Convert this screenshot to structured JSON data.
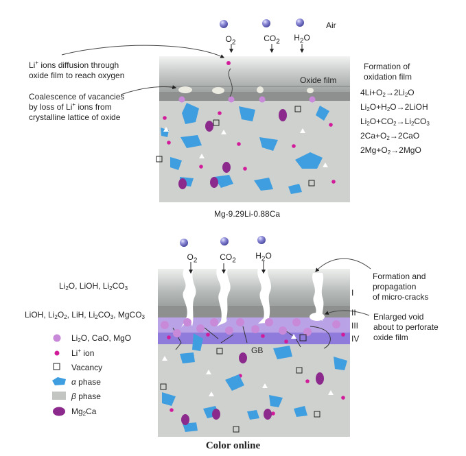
{
  "top_panel": {
    "air_label": "Air",
    "gases": [
      {
        "html": "O<sub>2</sub>"
      },
      {
        "html": "CO<sub>2</sub>"
      },
      {
        "html": "H<sub>2</sub>O"
      }
    ],
    "oxide_film_label": "Oxide film",
    "annotation_diffusion": "Li<sup>+</sup> ions diffusion through<br>oxide film to reach oxygen",
    "annotation_vacancies": "Coalescence of vacancies<br>by loss of Li<sup>+</sup> ions from<br>crystalline lattice of oxide",
    "formation_title": "Formation of<br>oxidation film",
    "reactions": [
      "4Li+O<sub>2</sub>→2Li<sub>2</sub>O",
      "Li<sub>2</sub>O+H<sub>2</sub>O→2LiOH",
      "Li<sub>2</sub>O+CO<sub>2</sub>→Li<sub>2</sub>CO<sub>3</sub>",
      "2Ca+O<sub>2</sub>→2CaO",
      "2Mg+O<sub>2</sub>→2MgO"
    ],
    "alloy_label": "Mg-9.29Li-0.88Ca"
  },
  "bottom_panel": {
    "gases": [
      {
        "html": "O<sub>2</sub>"
      },
      {
        "html": "CO<sub>2</sub>"
      },
      {
        "html": "H<sub>2</sub>O"
      }
    ],
    "layer_label_1": "Li<sub>2</sub>O, LiOH, Li<sub>2</sub>CO<sub>3</sub>",
    "layer_label_2": "LiOH, Li<sub>2</sub>O<sub>2</sub>, LiH, Li<sub>2</sub>CO<sub>3</sub>, MgCO<sub>3</sub>",
    "roman_numerals": [
      "I",
      "II",
      "III",
      "IV"
    ],
    "micro_cracks_label": "Formation and<br>propagation<br>of micro-cracks",
    "void_label": "Enlarged void<br>about to perforate<br>oxide film",
    "gb_label": "GB",
    "legend": [
      {
        "symbol": "oxide-circle",
        "html": "Li<sub>2</sub>O, CaO, MgO"
      },
      {
        "symbol": "li-dot",
        "html": "Li<sup>+</sup> ion"
      },
      {
        "symbol": "vacancy-square",
        "html": "Vacancy"
      },
      {
        "symbol": "alpha-hexagon",
        "html": "<i>α</i> phase"
      },
      {
        "symbol": "beta-rect",
        "html": "<i>β</i> phase"
      },
      {
        "symbol": "mg2ca-oval",
        "html": "Mg<sub>2</sub>Ca"
      }
    ]
  },
  "caption": "Color online",
  "colors": {
    "molecule": "#8e8cd8",
    "oxide_film": "#b9bdbb",
    "beta_phase": "#cfd1ce",
    "interface": "#8d908f",
    "alpha_phase": "#3f9ee0",
    "li_ion": "#d21b9a",
    "oxide_circle": "#c88ad8",
    "mg2ca": "#8b2a8c",
    "layer_III": "#b9a3e6",
    "layer_IV": "#8f7bdc"
  }
}
